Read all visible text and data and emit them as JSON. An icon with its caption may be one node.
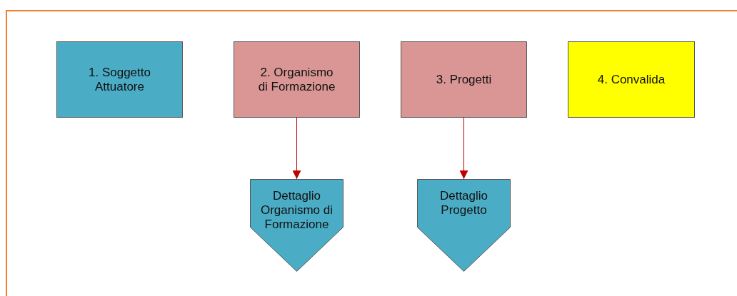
{
  "diagram": {
    "nodes": [
      {
        "text": [
          "1. Soggetto Attuatore"
        ]
      },
      {
        "text": [
          "2. Organismo di Formazione"
        ]
      },
      {
        "text": [
          "3. Progetti"
        ]
      },
      {
        "text": [
          "4. Convalida"
        ]
      },
      {
        "text": [
          "Dettaglio Organismo di Formazione"
        ]
      },
      {
        "text": [
          "Dettaglio Progetto"
        ]
      }
    ],
    "edges": [
      {
        "from": 1,
        "to": 4,
        "arrow": "to"
      },
      {
        "from": 2,
        "to": 5,
        "arrow": "to"
      }
    ]
  }
}
